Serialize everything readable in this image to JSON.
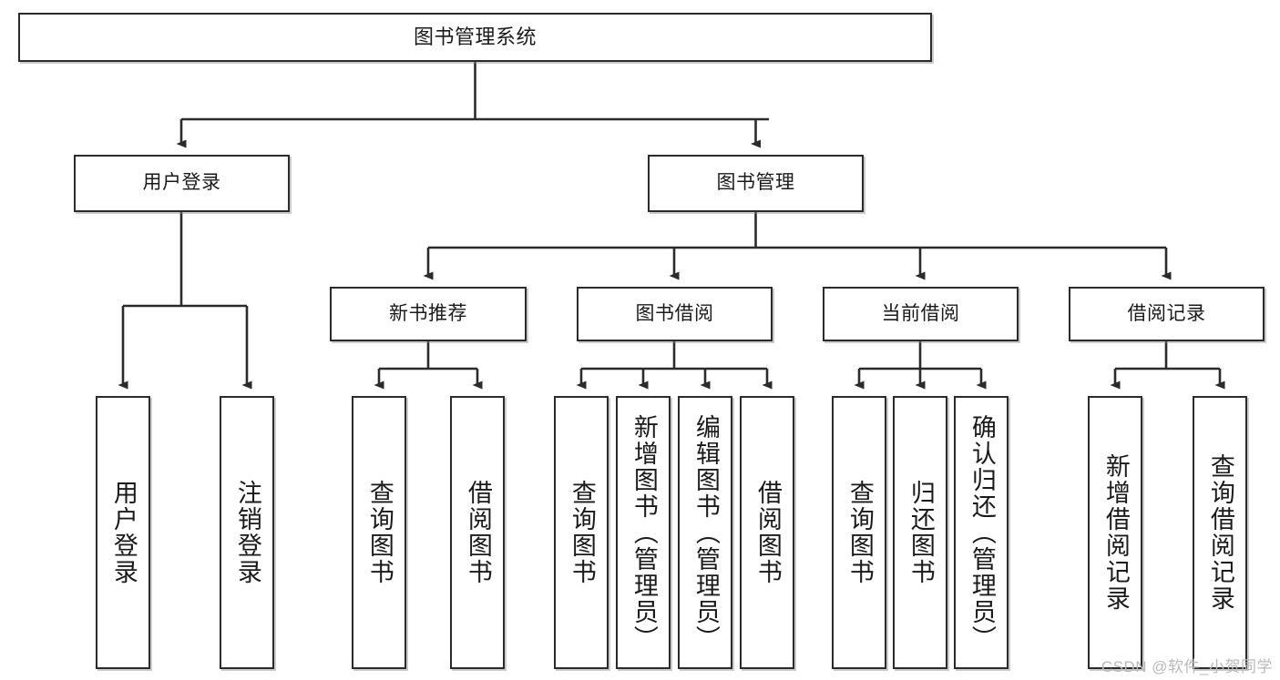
{
  "diagram": {
    "title": "图书管理系统",
    "type": "hierarchy-tree",
    "watermark": "CSDN @软件_小贺同学",
    "colors": {
      "box_border": "#2b2b2b",
      "box_fill": "#ffffff",
      "connector": "#2b2b2b",
      "text": "#1a1a1a",
      "watermark": "#b9b9b9"
    }
  },
  "nodes": {
    "root": {
      "label": "图书管理系统"
    },
    "level2": [
      {
        "label": "用户登录"
      },
      {
        "label": "图书管理"
      }
    ],
    "level3": [
      {
        "label": "新书推荐"
      },
      {
        "label": "图书借阅"
      },
      {
        "label": "当前借阅"
      },
      {
        "label": "借阅记录"
      }
    ],
    "leaves": {
      "user_login": [
        {
          "label": "用户登录"
        },
        {
          "label": "注销登录"
        }
      ],
      "new_book_recommend": [
        {
          "label": "查询图书"
        },
        {
          "label": "借阅图书"
        }
      ],
      "book_borrow": [
        {
          "label": "查询图书"
        },
        {
          "label": "新增图书（管理员）"
        },
        {
          "label": "编辑图书（管理员）"
        },
        {
          "label": "借阅图书"
        }
      ],
      "current_borrow": [
        {
          "label": "查询图书"
        },
        {
          "label": "归还图书"
        },
        {
          "label": "确认归还（管理员）"
        }
      ],
      "borrow_record": [
        {
          "label": "新增借阅记录"
        },
        {
          "label": "查询借阅记录"
        }
      ]
    }
  }
}
